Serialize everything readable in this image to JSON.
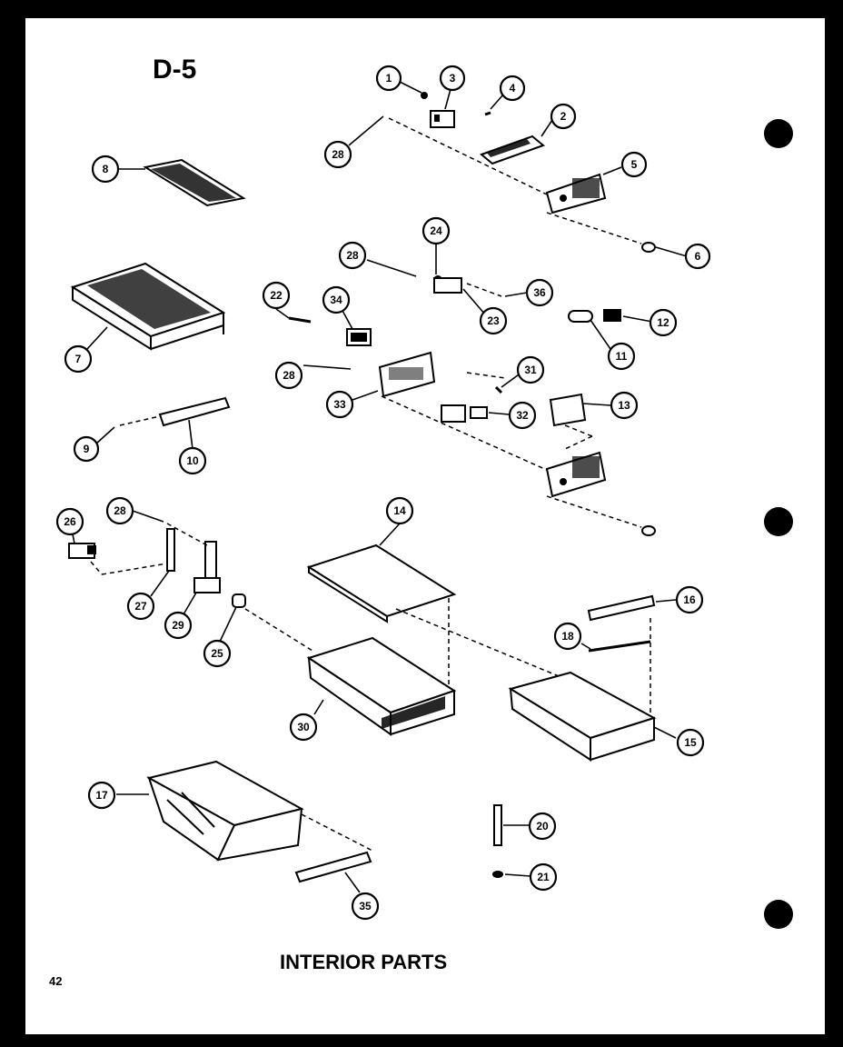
{
  "page_code": "D-5",
  "title": "INTERIOR PARTS",
  "page_number": "42",
  "callouts": [
    {
      "label": "1"
    },
    {
      "label": "3"
    },
    {
      "label": "4"
    },
    {
      "label": "2"
    },
    {
      "label": "28"
    },
    {
      "label": "5"
    },
    {
      "label": "6"
    },
    {
      "label": "8"
    },
    {
      "label": "24"
    },
    {
      "label": "28"
    },
    {
      "label": "36"
    },
    {
      "label": "22"
    },
    {
      "label": "34"
    },
    {
      "label": "23"
    },
    {
      "label": "12"
    },
    {
      "label": "11"
    },
    {
      "label": "7"
    },
    {
      "label": "28"
    },
    {
      "label": "31"
    },
    {
      "label": "33"
    },
    {
      "label": "32"
    },
    {
      "label": "13"
    },
    {
      "label": "9"
    },
    {
      "label": "10"
    },
    {
      "label": "28"
    },
    {
      "label": "26"
    },
    {
      "label": "14"
    },
    {
      "label": "27"
    },
    {
      "label": "29"
    },
    {
      "label": "25"
    },
    {
      "label": "16"
    },
    {
      "label": "18"
    },
    {
      "label": "30"
    },
    {
      "label": "15"
    },
    {
      "label": "17"
    },
    {
      "label": "20"
    },
    {
      "label": "21"
    },
    {
      "label": "35"
    }
  ],
  "binder_holes": 3
}
